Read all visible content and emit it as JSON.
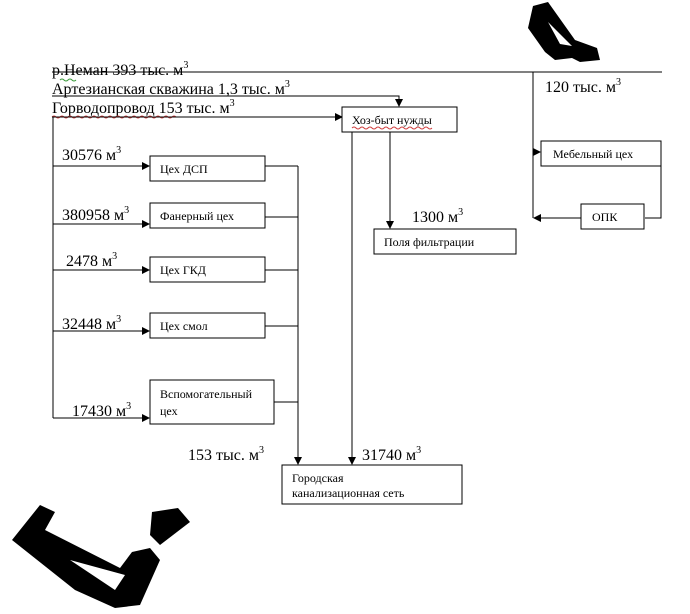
{
  "sources": {
    "neman": "р.Неман 393 тыс. м",
    "artesian": "Артезианская скважина 1,3 тыс. м",
    "city_water": "Горводопровод 153 тыс. м",
    "superscript": "3"
  },
  "boxes": {
    "household": "Хоз-быт нужды",
    "filtration_fields": "Поля фильтрации",
    "dsp": "Цех ДСП",
    "plywood": "Фанерный цех",
    "gkd": "Цех ГКД",
    "resins": "Цех смол",
    "auxiliary_line1": "Вспомогательный",
    "auxiliary_line2": "цех",
    "sewer_line1": "Городская",
    "sewer_line2": "канализационная сеть",
    "furniture": "Мебельный цех",
    "opk": "ОПК"
  },
  "flows": {
    "to_furniture": "120 тыс. м",
    "dsp": "30576 м",
    "plywood": "380958 м",
    "gkd": "2478 м",
    "resins": "32448 м",
    "auxiliary": "17430 м",
    "to_filtration": "1300 м",
    "workshops_to_sewer": "153 тыс. м",
    "household_to_sewer": "31740 м"
  }
}
